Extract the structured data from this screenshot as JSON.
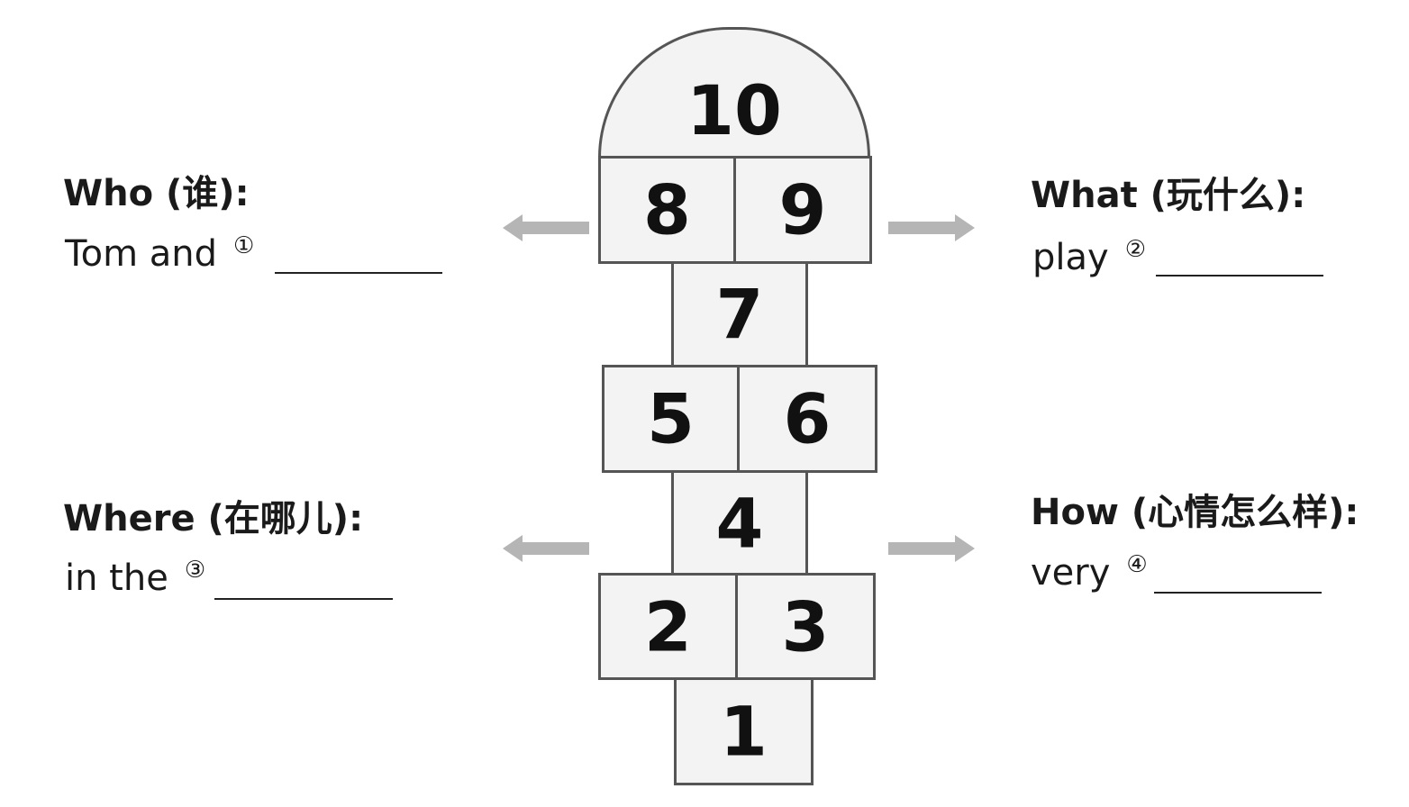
{
  "who": {
    "label": "Who (谁):",
    "prefix": "Tom and",
    "number": "①"
  },
  "what": {
    "label": "What (玩什么):",
    "prefix": "play",
    "number": "②"
  },
  "where": {
    "label": "Where (在哪儿):",
    "prefix": "in the",
    "number": "③"
  },
  "how": {
    "label": "How (心情怎么样):",
    "prefix": "very",
    "number": "④"
  },
  "hopscotch": {
    "c1": "1",
    "c2": "2",
    "c3": "3",
    "c4": "4",
    "c5": "5",
    "c6": "6",
    "c7": "7",
    "c8": "8",
    "c9": "9",
    "c10": "10"
  },
  "colors": {
    "cell_fill": "#f3f3f3",
    "cell_border": "#555555",
    "arrow": "#b5b5b5"
  }
}
